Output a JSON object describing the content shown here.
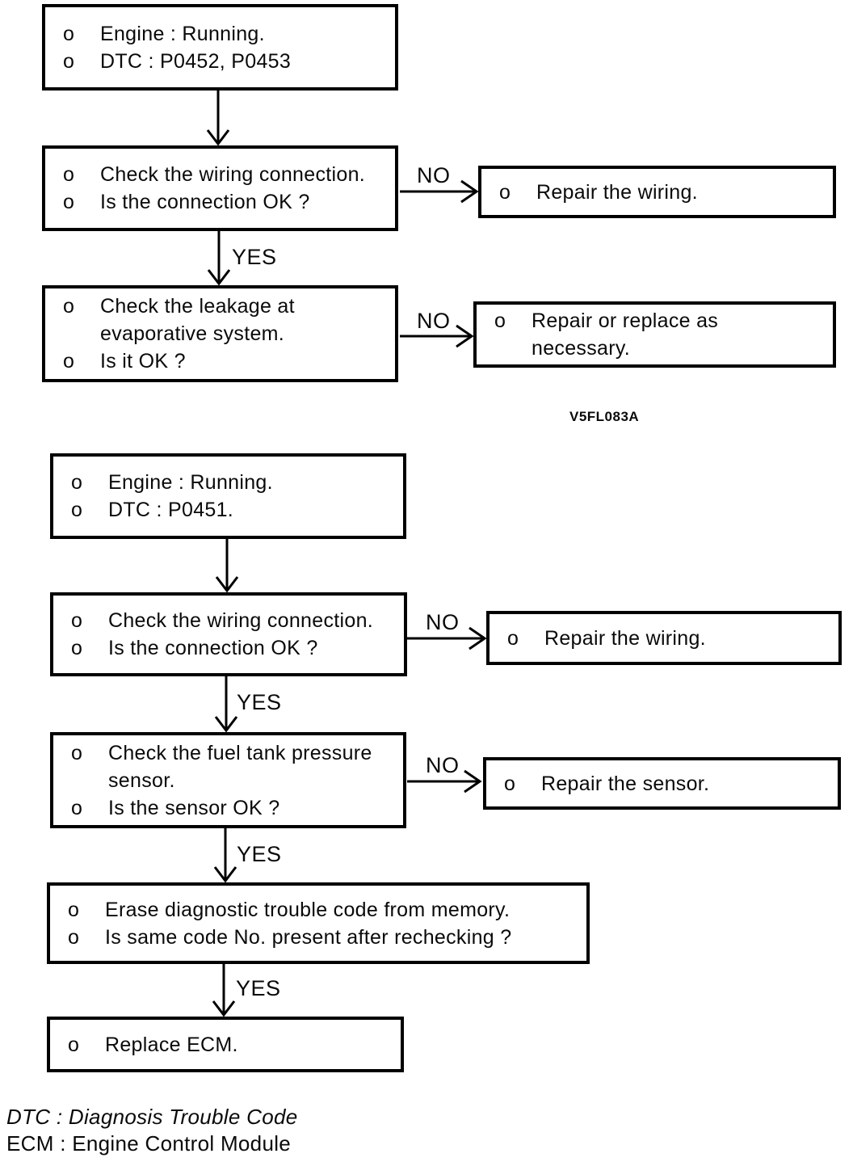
{
  "bullet": "o",
  "diagram1": {
    "boxes": {
      "start": {
        "lines": [
          "Engine : Running.",
          "DTC : P0452, P0453"
        ]
      },
      "check_wiring": {
        "lines": [
          "Check the wiring connection.",
          "Is the connection OK ?"
        ]
      },
      "repair_wiring": {
        "lines": [
          "Repair the wiring."
        ]
      },
      "check_leakage": {
        "lines": [
          "Check the leakage at",
          "evaporative system.",
          "Is it OK ?"
        ]
      },
      "repair_replace": {
        "lines": [
          "Repair or replace as",
          "necessary."
        ]
      }
    },
    "labels": {
      "no1": "NO",
      "yes1": "YES",
      "no2": "NO"
    },
    "caption": "V5FL083A"
  },
  "diagram2": {
    "boxes": {
      "start": {
        "lines": [
          "Engine : Running.",
          "DTC : P0451."
        ]
      },
      "check_wiring": {
        "lines": [
          "Check the wiring connection.",
          "Is the connection OK ?"
        ]
      },
      "repair_wiring": {
        "lines": [
          "Repair the wiring."
        ]
      },
      "check_sensor": {
        "lines": [
          "Check the fuel tank pressure",
          "sensor.",
          "Is the sensor OK ?"
        ]
      },
      "repair_sensor": {
        "lines": [
          "Repair the sensor."
        ]
      },
      "erase_code": {
        "lines": [
          "Erase diagnostic trouble code from memory.",
          "Is same code No. present after rechecking ?"
        ]
      },
      "replace_ecm": {
        "lines": [
          "Replace ECM."
        ]
      }
    },
    "labels": {
      "no1": "NO",
      "yes1": "YES",
      "no2": "NO",
      "yes2": "YES",
      "yes3": "YES"
    }
  },
  "footer": {
    "line1": "DTC : Diagnosis Trouble Code",
    "line2": "ECM : Engine Control Module"
  }
}
